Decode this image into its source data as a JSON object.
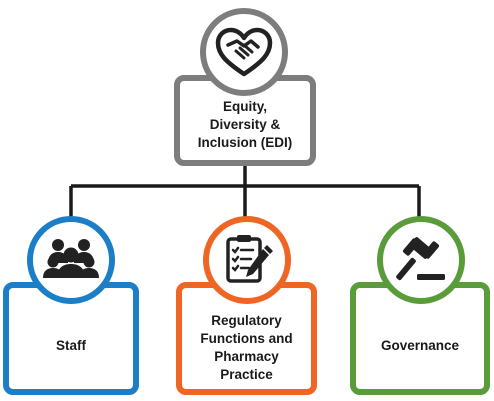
{
  "root": {
    "label_lines": [
      "Equity,",
      "Diversity &",
      "Inclusion (EDI)"
    ],
    "icon": "handshake-heart-icon",
    "color": "#7d7d7d"
  },
  "children": [
    {
      "label_lines": [
        "Staff"
      ],
      "icon": "group-of-people-icon",
      "color": "#1c7ec6"
    },
    {
      "label_lines": [
        "Regulatory",
        "Functions and",
        "Pharmacy",
        "Practice"
      ],
      "icon": "clipboard-checklist-pen-icon",
      "color": "#ee6524"
    },
    {
      "label_lines": [
        "Governance"
      ],
      "icon": "gavel-icon",
      "color": "#5a9b3a"
    }
  ],
  "connector_color": "#1a1a1a"
}
